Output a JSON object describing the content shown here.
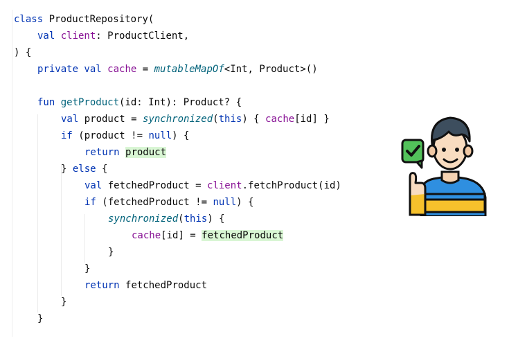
{
  "editor": {
    "lines": [
      {
        "indent": 0,
        "tokens": [
          {
            "t": "class ",
            "c": "kw"
          },
          {
            "t": "ProductRepository(",
            "c": ""
          }
        ]
      },
      {
        "indent": 1,
        "tokens": [
          {
            "t": "val ",
            "c": "kw"
          },
          {
            "t": "client",
            "c": "prop"
          },
          {
            "t": ": ProductClient,",
            "c": ""
          }
        ]
      },
      {
        "indent": 0,
        "tokens": [
          {
            "t": ") {",
            "c": ""
          }
        ]
      },
      {
        "indent": 1,
        "tokens": [
          {
            "t": "private val ",
            "c": "kw"
          },
          {
            "t": "cache",
            "c": "prop"
          },
          {
            "t": " = ",
            "c": ""
          },
          {
            "t": "mutableMapOf",
            "c": "it"
          },
          {
            "t": "<Int, Product>()",
            "c": ""
          }
        ]
      },
      {
        "indent": 0,
        "tokens": []
      },
      {
        "indent": 1,
        "tokens": [
          {
            "t": "fun ",
            "c": "kw"
          },
          {
            "t": "getProduct",
            "c": "fn"
          },
          {
            "t": "(id: Int): Product? {",
            "c": ""
          }
        ]
      },
      {
        "indent": 2,
        "tokens": [
          {
            "t": "val ",
            "c": "kw"
          },
          {
            "t": "product = ",
            "c": ""
          },
          {
            "t": "synchronized",
            "c": "it"
          },
          {
            "t": "(",
            "c": ""
          },
          {
            "t": "this",
            "c": "kw"
          },
          {
            "t": ") { ",
            "c": ""
          },
          {
            "t": "cache",
            "c": "prop"
          },
          {
            "t": "[id] }",
            "c": ""
          }
        ]
      },
      {
        "indent": 2,
        "tokens": [
          {
            "t": "if ",
            "c": "kw"
          },
          {
            "t": "(product != ",
            "c": ""
          },
          {
            "t": "null",
            "c": "kw"
          },
          {
            "t": ") {",
            "c": ""
          }
        ]
      },
      {
        "indent": 3,
        "tokens": [
          {
            "t": "return ",
            "c": "kw"
          },
          {
            "t": "product",
            "c": "hl"
          }
        ]
      },
      {
        "indent": 2,
        "tokens": [
          {
            "t": "} ",
            "c": ""
          },
          {
            "t": "else",
            "c": "kw"
          },
          {
            "t": " {",
            "c": ""
          }
        ]
      },
      {
        "indent": 3,
        "tokens": [
          {
            "t": "val ",
            "c": "kw"
          },
          {
            "t": "fetchedProduct = ",
            "c": ""
          },
          {
            "t": "client",
            "c": "prop"
          },
          {
            "t": ".fetchProduct(id)",
            "c": ""
          }
        ]
      },
      {
        "indent": 3,
        "tokens": [
          {
            "t": "if ",
            "c": "kw"
          },
          {
            "t": "(fetchedProduct != ",
            "c": ""
          },
          {
            "t": "null",
            "c": "kw"
          },
          {
            "t": ") {",
            "c": ""
          }
        ]
      },
      {
        "indent": 4,
        "tokens": [
          {
            "t": "synchronized",
            "c": "it"
          },
          {
            "t": "(",
            "c": ""
          },
          {
            "t": "this",
            "c": "kw"
          },
          {
            "t": ") {",
            "c": ""
          }
        ]
      },
      {
        "indent": 5,
        "tokens": [
          {
            "t": "cache",
            "c": "prop"
          },
          {
            "t": "[id] = ",
            "c": ""
          },
          {
            "t": "fetchedProduct",
            "c": "hl"
          }
        ]
      },
      {
        "indent": 4,
        "tokens": [
          {
            "t": "}",
            "c": ""
          }
        ]
      },
      {
        "indent": 3,
        "tokens": [
          {
            "t": "}",
            "c": ""
          }
        ]
      },
      {
        "indent": 3,
        "tokens": [
          {
            "t": "return ",
            "c": "kw"
          },
          {
            "t": "fetchedProduct",
            "c": ""
          }
        ]
      },
      {
        "indent": 2,
        "tokens": [
          {
            "t": "}",
            "c": ""
          }
        ]
      },
      {
        "indent": 1,
        "tokens": [
          {
            "t": "}",
            "c": ""
          }
        ]
      }
    ]
  },
  "colors": {
    "keyword": "#0033b3",
    "property": "#871094",
    "function": "#00627a",
    "highlight": "#d9f6d4"
  },
  "illustration": {
    "icon": "thumbs-up-developer-icon"
  }
}
